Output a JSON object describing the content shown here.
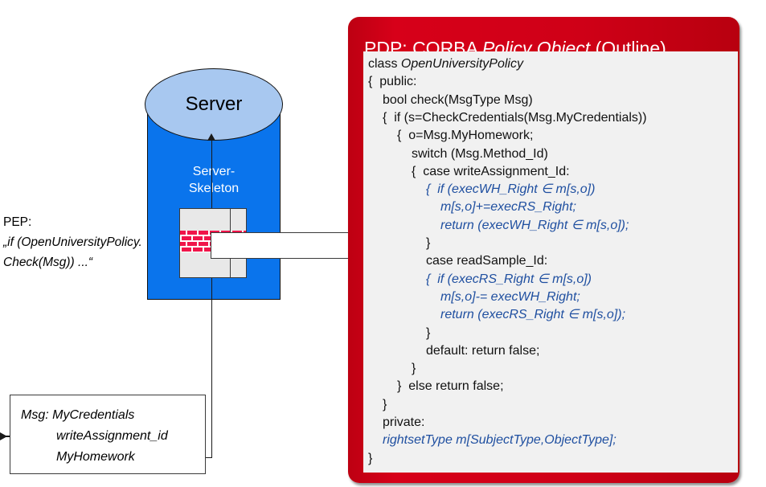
{
  "diagram": {
    "title": "PEP/PDP CORBA Policy Object outline",
    "colors": {
      "panel_red": "#cf0017",
      "server_body_blue": "#0a74ec",
      "server_cap_blue": "#a8c8f0",
      "code_background": "#f1f1f1",
      "code_black": "#111111",
      "code_blue": "#1f4fa0",
      "brick_red": "#f0154a"
    },
    "server": {
      "cap_label": "Server",
      "body_label_line1": "Server-",
      "body_label_line2": "Skeleton"
    },
    "pep": {
      "label": "PEP:",
      "quote_line1": "„if (OpenUniversityPolicy.",
      "quote_line2": "Check(Msg)) ...“"
    },
    "message_box": {
      "rows": [
        "Msg:  MyCredentials",
        "writeAssignment_id",
        "MyHomework"
      ]
    },
    "pdp": {
      "title_prefix": "PDP: CORBA ",
      "title_italic": "Policy Object",
      "title_suffix": " (Outline)",
      "code": [
        {
          "indent": 0,
          "text": "class ",
          "italic_tail": "OpenUniversityPolicy",
          "style": "black"
        },
        {
          "indent": 0,
          "text": "{  public:",
          "style": "black"
        },
        {
          "indent": 1,
          "text": "bool check(MsgType Msg)",
          "style": "black"
        },
        {
          "indent": 1,
          "text": "{  if (s=CheckCredentials(Msg.MyCredentials))",
          "style": "black"
        },
        {
          "indent": 2,
          "text": "{  o=Msg.MyHomework;",
          "style": "black"
        },
        {
          "indent": 3,
          "text": "switch (Msg.Method_Id)",
          "style": "black"
        },
        {
          "indent": 3,
          "text": "{  case writeAssignment_Id:",
          "style": "black"
        },
        {
          "indent": 4,
          "text": "{  if (execWH_Right ∈ m[s,o])",
          "style": "blue"
        },
        {
          "indent": 5,
          "text": "m[s,o]+=execRS_Right;",
          "style": "blue"
        },
        {
          "indent": 5,
          "text": "return (execWH_Right ∈ m[s,o]);",
          "style": "blue"
        },
        {
          "indent": 4,
          "text": "}",
          "style": "black"
        },
        {
          "indent": 4,
          "text": "case readSample_Id:",
          "style": "black"
        },
        {
          "indent": 4,
          "text": "{  if (execRS_Right ∈ m[s,o])",
          "style": "blue"
        },
        {
          "indent": 5,
          "text": "m[s,o]-= execWH_Right;",
          "style": "blue"
        },
        {
          "indent": 5,
          "text": "return (execRS_Right ∈ m[s,o]);",
          "style": "blue"
        },
        {
          "indent": 4,
          "text": "}",
          "style": "black"
        },
        {
          "indent": 4,
          "text": "default: return false;",
          "style": "black"
        },
        {
          "indent": 3,
          "text": "}",
          "style": "black"
        },
        {
          "indent": 2,
          "text": "}  else return false;",
          "style": "black"
        },
        {
          "indent": 1,
          "text": "}",
          "style": "black"
        },
        {
          "indent": 1,
          "text": "private:",
          "style": "black"
        },
        {
          "indent": 1,
          "text": "rightsetType m[SubjectType,ObjectType];",
          "style": "blue"
        },
        {
          "indent": 0,
          "text": "}",
          "style": "black"
        }
      ]
    }
  }
}
